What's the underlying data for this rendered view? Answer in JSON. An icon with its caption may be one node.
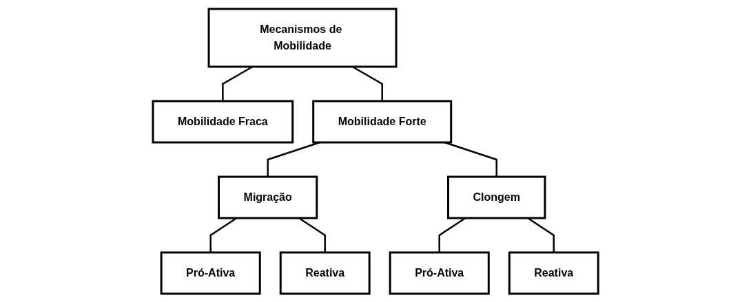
{
  "diagram": {
    "nodes": [
      {
        "text": [
          "Mecanismos de Mobilidade"
        ]
      },
      {
        "text": [
          "Mobilidade Fraca"
        ]
      },
      {
        "text": [
          "Mobilidade Forte"
        ]
      },
      {
        "text": [
          "Migração"
        ]
      },
      {
        "text": [
          "Clongem"
        ]
      },
      {
        "text": [
          "Pró-Ativa"
        ]
      },
      {
        "text": [
          "Reativa"
        ]
      },
      {
        "text": [
          "Pró-Ativa"
        ]
      },
      {
        "text": [
          "Reativa"
        ]
      }
    ],
    "edges": [
      {
        "from": 0,
        "to": 1,
        "arrow": "none"
      },
      {
        "from": 0,
        "to": 2,
        "arrow": "none"
      },
      {
        "from": 2,
        "to": 3,
        "arrow": "none"
      },
      {
        "from": 2,
        "to": 4,
        "arrow": "none"
      },
      {
        "from": 3,
        "to": 5,
        "arrow": "none"
      },
      {
        "from": 3,
        "to": 6,
        "arrow": "none"
      },
      {
        "from": 4,
        "to": 7,
        "arrow": "none"
      },
      {
        "from": 4,
        "to": 8,
        "arrow": "none"
      }
    ]
  }
}
